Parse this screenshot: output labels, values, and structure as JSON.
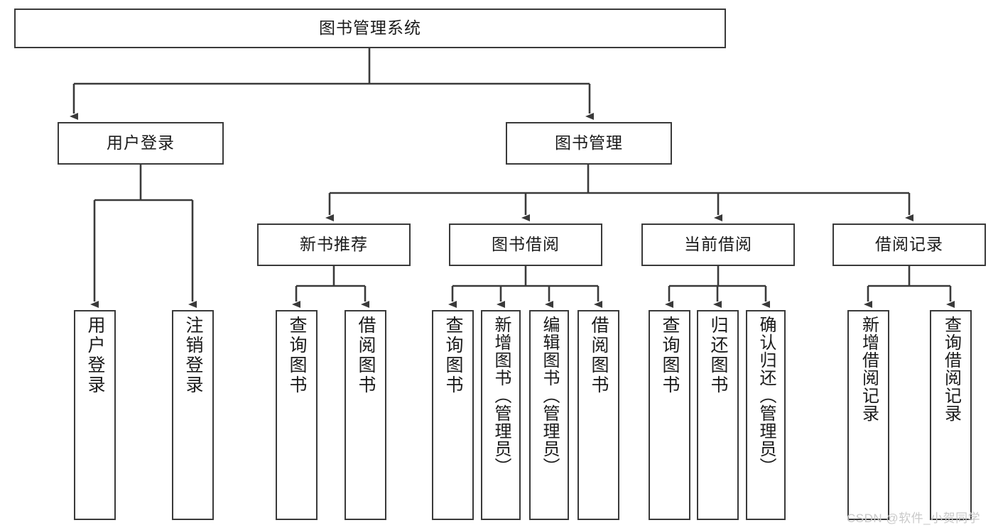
{
  "diagram": {
    "title": "图书管理系统",
    "type": "function-hierarchy-tree",
    "root": {
      "id": "root",
      "label": "图书管理系统"
    },
    "level2": [
      {
        "id": "user-login",
        "label": "用户登录"
      },
      {
        "id": "book-management",
        "label": "图书管理"
      }
    ],
    "level3": [
      {
        "id": "new-book-recommend",
        "label": "新书推荐",
        "parent": "book-management"
      },
      {
        "id": "book-borrow",
        "label": "图书借阅",
        "parent": "book-management"
      },
      {
        "id": "current-borrow",
        "label": "当前借阅",
        "parent": "book-management"
      },
      {
        "id": "borrow-record",
        "label": "借阅记录",
        "parent": "book-management"
      }
    ],
    "leaves": [
      {
        "id": "leaf-user-login",
        "label": "用户登录",
        "parent": "user-login"
      },
      {
        "id": "leaf-logout-login",
        "label": "注销登录",
        "parent": "user-login"
      },
      {
        "id": "leaf-query-book-1",
        "label": "查询图书",
        "parent": "new-book-recommend"
      },
      {
        "id": "leaf-borrow-book-1",
        "label": "借阅图书",
        "parent": "new-book-recommend"
      },
      {
        "id": "leaf-query-book-2",
        "label": "查询图书",
        "parent": "book-borrow"
      },
      {
        "id": "leaf-add-book",
        "label": "新增图书（管理员）",
        "parent": "book-borrow"
      },
      {
        "id": "leaf-edit-book",
        "label": "编辑图书（管理员）",
        "parent": "book-borrow"
      },
      {
        "id": "leaf-borrow-book-2",
        "label": "借阅图书",
        "parent": "book-borrow"
      },
      {
        "id": "leaf-query-book-3",
        "label": "查询图书",
        "parent": "current-borrow"
      },
      {
        "id": "leaf-return-book",
        "label": "归还图书",
        "parent": "current-borrow"
      },
      {
        "id": "leaf-confirm-return",
        "label": "确认归还（管理员）",
        "parent": "current-borrow"
      },
      {
        "id": "leaf-add-record",
        "label": "新增借阅记录",
        "parent": "borrow-record"
      },
      {
        "id": "leaf-query-record",
        "label": "查询借阅记录",
        "parent": "borrow-record"
      }
    ],
    "colors": {
      "stroke": "#3a3a3a",
      "text": "#1a1a1a",
      "background": "#ffffff",
      "watermark": "#c9c9c9"
    }
  },
  "watermark": {
    "text": "CSDN @软件_小贺同学"
  }
}
